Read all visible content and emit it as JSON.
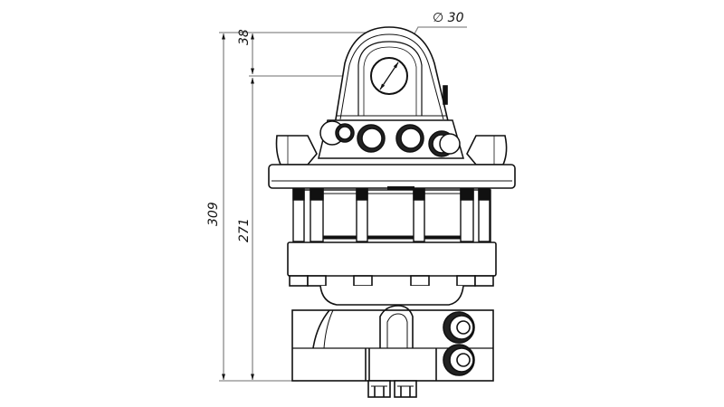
{
  "drawing": {
    "subject": "hydraulic rotator technical drawing, front elevation",
    "line_color": "#111111",
    "dimension_line_color": "#8a8a8a",
    "dimensions": {
      "overall_height": "309",
      "height_to_eye_center": "271",
      "eye_top_offset": "38",
      "eye_diameter_symbol": "∅",
      "eye_diameter": "30"
    }
  }
}
